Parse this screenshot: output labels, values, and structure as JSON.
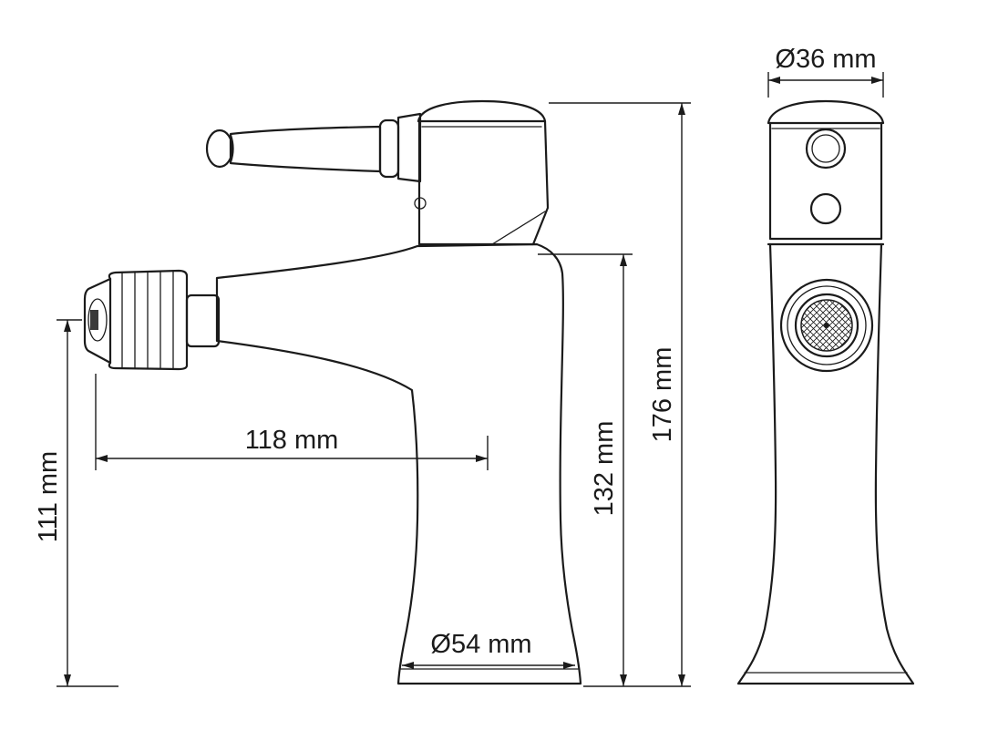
{
  "diagram": {
    "type": "technical-drawing",
    "subject": "bidet-faucet-two-view-dimension-drawing",
    "background_color": "#ffffff",
    "line_color": "#1b1b1b",
    "views": {
      "left": "side-view",
      "right": "front-view"
    },
    "dimensions": {
      "top_diameter": "Ø36 mm",
      "overall_height": "176 mm",
      "body_height": "132 mm",
      "spout_reach": "118 mm",
      "outlet_height": "111 mm",
      "base_diameter": "Ø54 mm"
    }
  }
}
